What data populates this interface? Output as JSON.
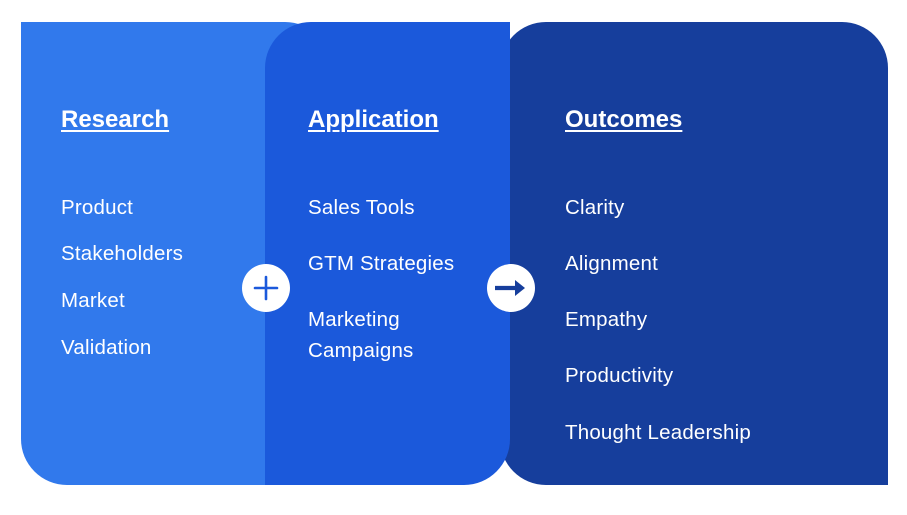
{
  "columns": {
    "research": {
      "heading": "Research",
      "items": [
        "Product",
        "Stakeholders",
        "Market",
        "Validation"
      ]
    },
    "application": {
      "heading": "Application",
      "items": [
        "Sales Tools",
        "GTM Strategies",
        "Marketing",
        "Campaigns"
      ]
    },
    "outcomes": {
      "heading": "Outcomes",
      "items": [
        "Clarity",
        "Alignment",
        "Empathy",
        "Productivity",
        "Thought Leadership"
      ]
    }
  },
  "connectors": {
    "plus": "plus-icon",
    "arrow": "arrow-right-icon"
  },
  "colors": {
    "research_panel": "#3179ec",
    "application_panel": "#1b59db",
    "outcomes_panel": "#163e9c",
    "text": "#ffffff",
    "badge": "#ffffff"
  }
}
